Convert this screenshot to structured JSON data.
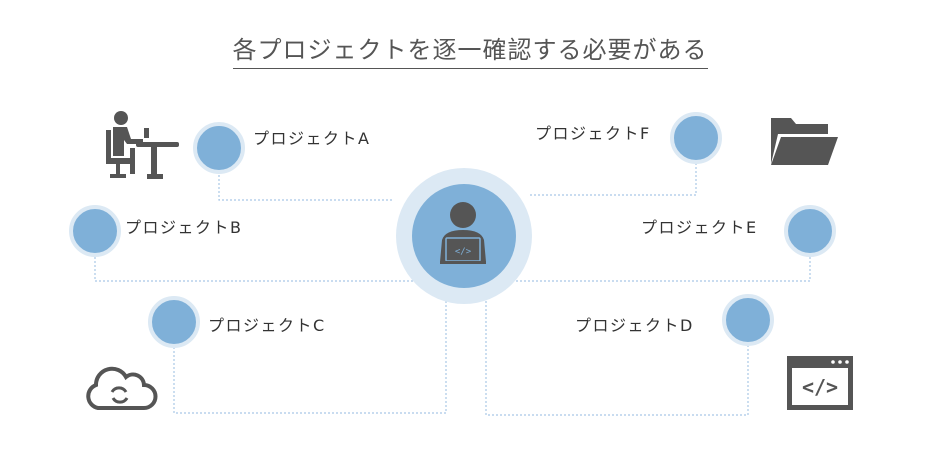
{
  "title": "各プロジェクトを逐一確認する必要がある",
  "colors": {
    "node": "#7fb0d8",
    "halo": "#dce9f4",
    "icon": "#555555",
    "line": "#a9c8e6"
  },
  "center": {
    "icon": "developer-laptop-icon"
  },
  "projects": [
    {
      "label": "プロジェクトA"
    },
    {
      "label": "プロジェクトB"
    },
    {
      "label": "プロジェクトC"
    },
    {
      "label": "プロジェクトD"
    },
    {
      "label": "プロジェクトE"
    },
    {
      "label": "プロジェクトF"
    }
  ],
  "icons": [
    "person-at-desk-icon",
    "folder-icon",
    "cloud-sync-icon",
    "code-window-icon"
  ]
}
